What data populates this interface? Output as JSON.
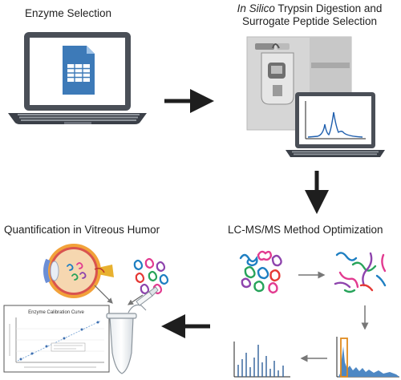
{
  "steps": {
    "enzyme_selection": "Enzyme Selection",
    "digestion": {
      "line1_italic": "In Silico",
      "line1_rest": " Trypsin Digestion and",
      "line2": "Surrogate Peptide Selection"
    },
    "lcms": "LC-MS/MS Method Optimization",
    "quantification": "Quantification in Vitreous Humor"
  },
  "calibration_chart": {
    "title": "Enzyme Calibration Curve",
    "type": "scatter"
  },
  "colors": {
    "laptop_body": "#4a4f57",
    "laptop_screen": "#ffffff",
    "document_icon": "#3d7ab8",
    "arrow": "#1e1e1e",
    "spectrum": "#2f5f9a",
    "chromatogram": "#4e88c4",
    "highlight_box": "#e08a1e"
  },
  "icons": {
    "laptop_1": "laptop-icon",
    "document": "spreadsheet-document-icon",
    "instrument": "lc-ms-instrument-icon",
    "laptop_2": "laptop-icon",
    "eye": "eye-cross-section-icon",
    "tube": "microcentrifuge-tube-icon",
    "pipette": "pipette-icon"
  }
}
